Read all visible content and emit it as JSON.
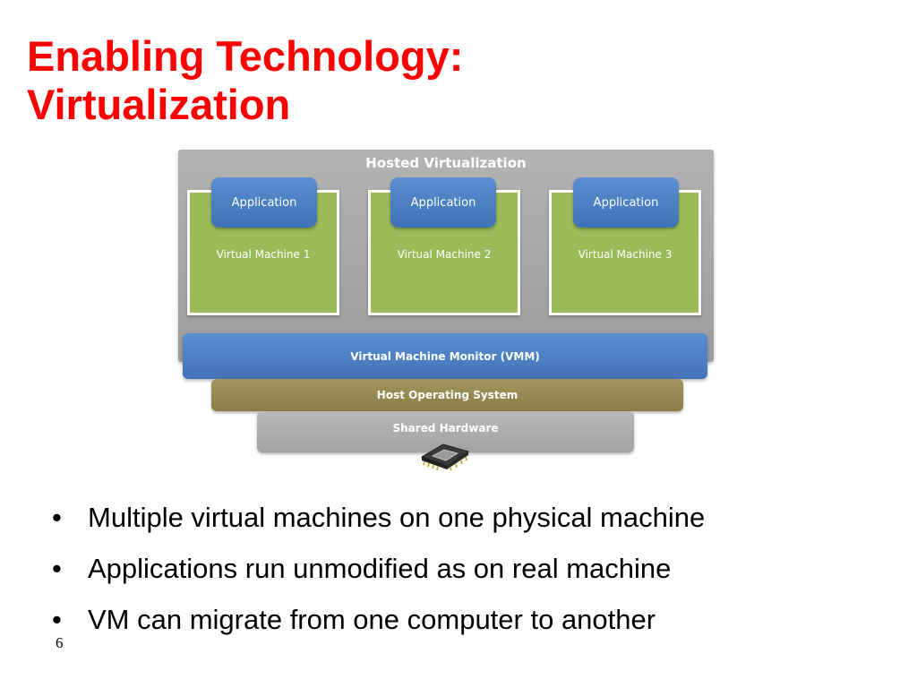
{
  "slide": {
    "title_line1": "Enabling Technology:",
    "title_line2": "Virtualization",
    "page_number": "6"
  },
  "colors": {
    "title": "#ff0000",
    "vm_green": "#9bbb59",
    "app_blue": "#4f81bd",
    "host_os": "#948a54",
    "panel_gray": "#a6a6a6"
  },
  "diagram": {
    "title": "Hosted Virtualization",
    "virtual_machines": [
      {
        "application": "Application",
        "label": "Virtual Machine 1"
      },
      {
        "application": "Application",
        "label": "Virtual Machine 2"
      },
      {
        "application": "Application",
        "label": "Virtual Machine 3"
      }
    ],
    "vmm_label": "Virtual Machine Monitor (VMM)",
    "host_os_label": "Host Operating System",
    "hardware_label": "Shared Hardware",
    "hardware_icon": "cpu-chip-icon"
  },
  "bullets": [
    "Multiple virtual machines on one physical machine",
    "Applications run unmodified as on real machine",
    "VM can migrate from one computer to another"
  ],
  "bullet_glyph": "•"
}
